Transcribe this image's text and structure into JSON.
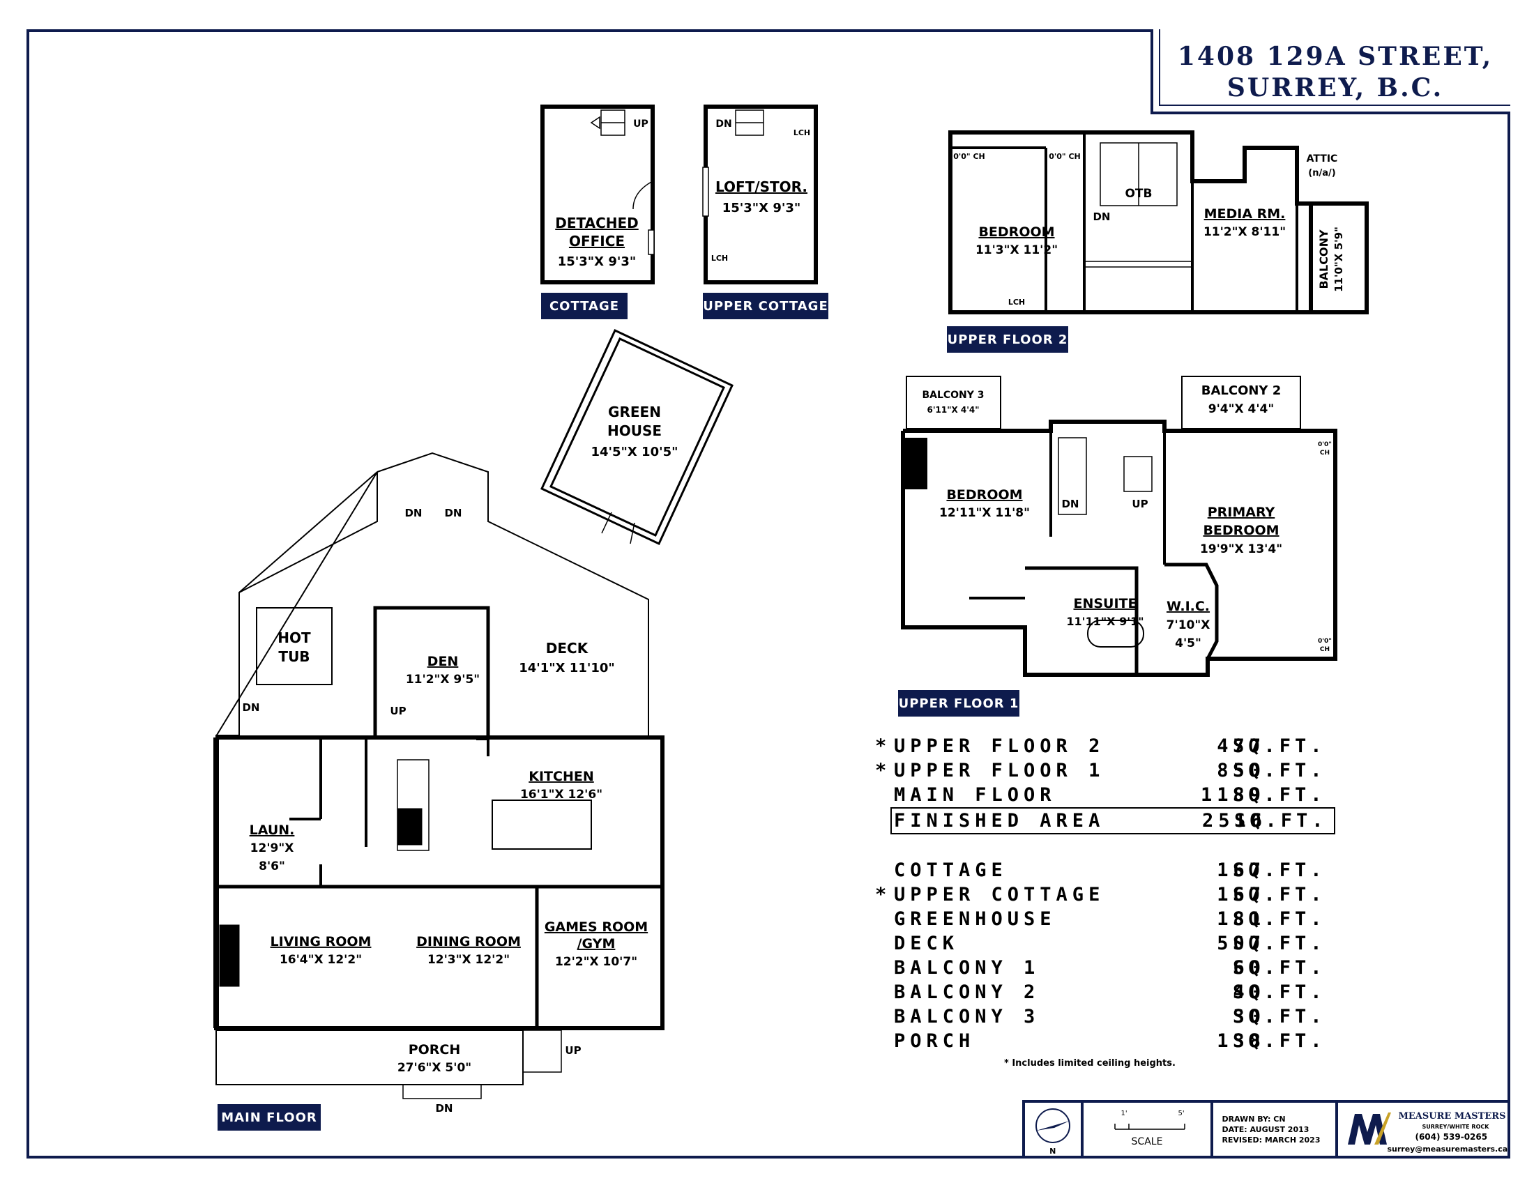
{
  "title": {
    "line1": "1408 129A STREET,",
    "line2": "SURREY, B.C."
  },
  "floor_labels": {
    "cottage": "COTTAGE",
    "upper_cottage": "UPPER COTTAGE",
    "upper_floor_2": "UPPER FLOOR 2",
    "upper_floor_1": "UPPER FLOOR 1",
    "main_floor": "MAIN FLOOR"
  },
  "cottage": {
    "room_name_1": "DETACHED",
    "room_name_2": "OFFICE",
    "room_dims": "15'3\"X 9'3\"",
    "up": "UP"
  },
  "upper_cottage": {
    "room_name": "LOFT/STOR.",
    "room_dims": "15'3\"X 9'3\"",
    "dn": "DN",
    "lch_1": "LCH",
    "lch_2": "LCH"
  },
  "greenhouse": {
    "name_1": "GREEN",
    "name_2": "HOUSE",
    "dims": "14'5\"X 10'5\""
  },
  "upper_floor_2": {
    "bedroom_name": "BEDROOM",
    "bedroom_dims": "11'3\"X 11'2\"",
    "otb": "OTB",
    "dn": "DN",
    "media_name": "MEDIA RM.",
    "media_dims": "11'2\"X 8'11\"",
    "attic_1": "ATTIC",
    "attic_2": "(n/a/)",
    "balcony_name": "BALCONY",
    "balcony_dims": "11'0\"X 5'9\"",
    "ch_1": "0'0\" CH",
    "ch_2": "0'0\" CH",
    "lch": "LCH"
  },
  "upper_floor_1": {
    "balcony3_name": "BALCONY 3",
    "balcony3_dims": "6'11\"X 4'4\"",
    "balcony2_name": "BALCONY 2",
    "balcony2_dims": "9'4\"X 4'4\"",
    "bedroom_name": "BEDROOM",
    "bedroom_dims": "12'11\"X 11'8\"",
    "dn": "DN",
    "up": "UP",
    "primary_name_1": "PRIMARY",
    "primary_name_2": "BEDROOM",
    "primary_dims": "19'9\"X 13'4\"",
    "ensuite_name": "ENSUITE",
    "ensuite_dims": "11'11\"X 9'1\"",
    "wic_name": "W.I.C.",
    "wic_dims_1": "7'10\"X",
    "wic_dims_2": "4'5\"",
    "ch_top": "0'0\"",
    "ch_top_2": "CH",
    "ch_bottom": "0'0\"",
    "ch_bottom_2": "CH"
  },
  "main_floor": {
    "hot_tub_1": "HOT",
    "hot_tub_2": "TUB",
    "den_name": "DEN",
    "den_dims": "11'2\"X 9'5\"",
    "deck_name": "DECK",
    "deck_dims": "14'1\"X 11'10\"",
    "kitchen_name": "KITCHEN",
    "kitchen_dims": "16'1\"X 12'6\"",
    "laun_name": "LAUN.",
    "laun_dims_1": "12'9\"X",
    "laun_dims_2": "8'6\"",
    "living_name": "LIVING ROOM",
    "living_dims": "16'4\"X 12'2\"",
    "dining_name": "DINING ROOM",
    "dining_dims": "12'3\"X 12'2\"",
    "games_name_1": "GAMES ROOM",
    "games_name_2": "/GYM",
    "games_dims": "12'2\"X 10'7\"",
    "porch_name": "PORCH",
    "porch_dims": "27'6\"X 5'0\"",
    "dn": "DN",
    "up": "UP"
  },
  "areas": {
    "main": [
      {
        "star": "*",
        "name": "UPPER FLOOR 2",
        "value": "477",
        "unit": "SQ.FT."
      },
      {
        "star": "*",
        "name": "UPPER FLOOR 1",
        "value": "850",
        "unit": "SQ.FT."
      },
      {
        "star": "",
        "name": "MAIN FLOOR",
        "value": "1189",
        "unit": "SQ.FT."
      }
    ],
    "finished": {
      "name": "FINISHED AREA",
      "value": "2516",
      "unit": "SQ.FT."
    },
    "other": [
      {
        "star": "",
        "name": "COTTAGE",
        "value": "167",
        "unit": "SQ.FT."
      },
      {
        "star": "*",
        "name": "UPPER COTTAGE",
        "value": "167",
        "unit": "SQ.FT."
      },
      {
        "star": "",
        "name": "GREENHOUSE",
        "value": "181",
        "unit": "SQ.FT."
      },
      {
        "star": "",
        "name": "DECK",
        "value": "507",
        "unit": "SQ.FT."
      },
      {
        "star": "",
        "name": "BALCONY 1",
        "value": "60",
        "unit": "SQ.FT."
      },
      {
        "star": "",
        "name": "BALCONY 2",
        "value": "40",
        "unit": "SQ.FT."
      },
      {
        "star": "",
        "name": "BALCONY 3",
        "value": "30",
        "unit": "SQ.FT."
      },
      {
        "star": "",
        "name": "PORCH",
        "value": "138",
        "unit": "SQ.FT."
      }
    ],
    "footnote": "* Includes limited ceiling heights."
  },
  "footer": {
    "north": "N",
    "scale_label": "SCALE",
    "scale_left": "1'",
    "scale_right": "5'",
    "drawn_by": "DRAWN BY: CN",
    "date": "DATE: AUGUST 2013",
    "revised": "REVISED: MARCH 2023",
    "company": "MEASURE MASTERS",
    "company_sub": "SURREY/WHITE ROCK",
    "phone": "(604) 539-0265",
    "email": "surrey@measuremasters.ca",
    "logo_mark": "MM"
  },
  "colors": {
    "navy": "#0e1b4d",
    "logo_gold": "#c9a227"
  }
}
